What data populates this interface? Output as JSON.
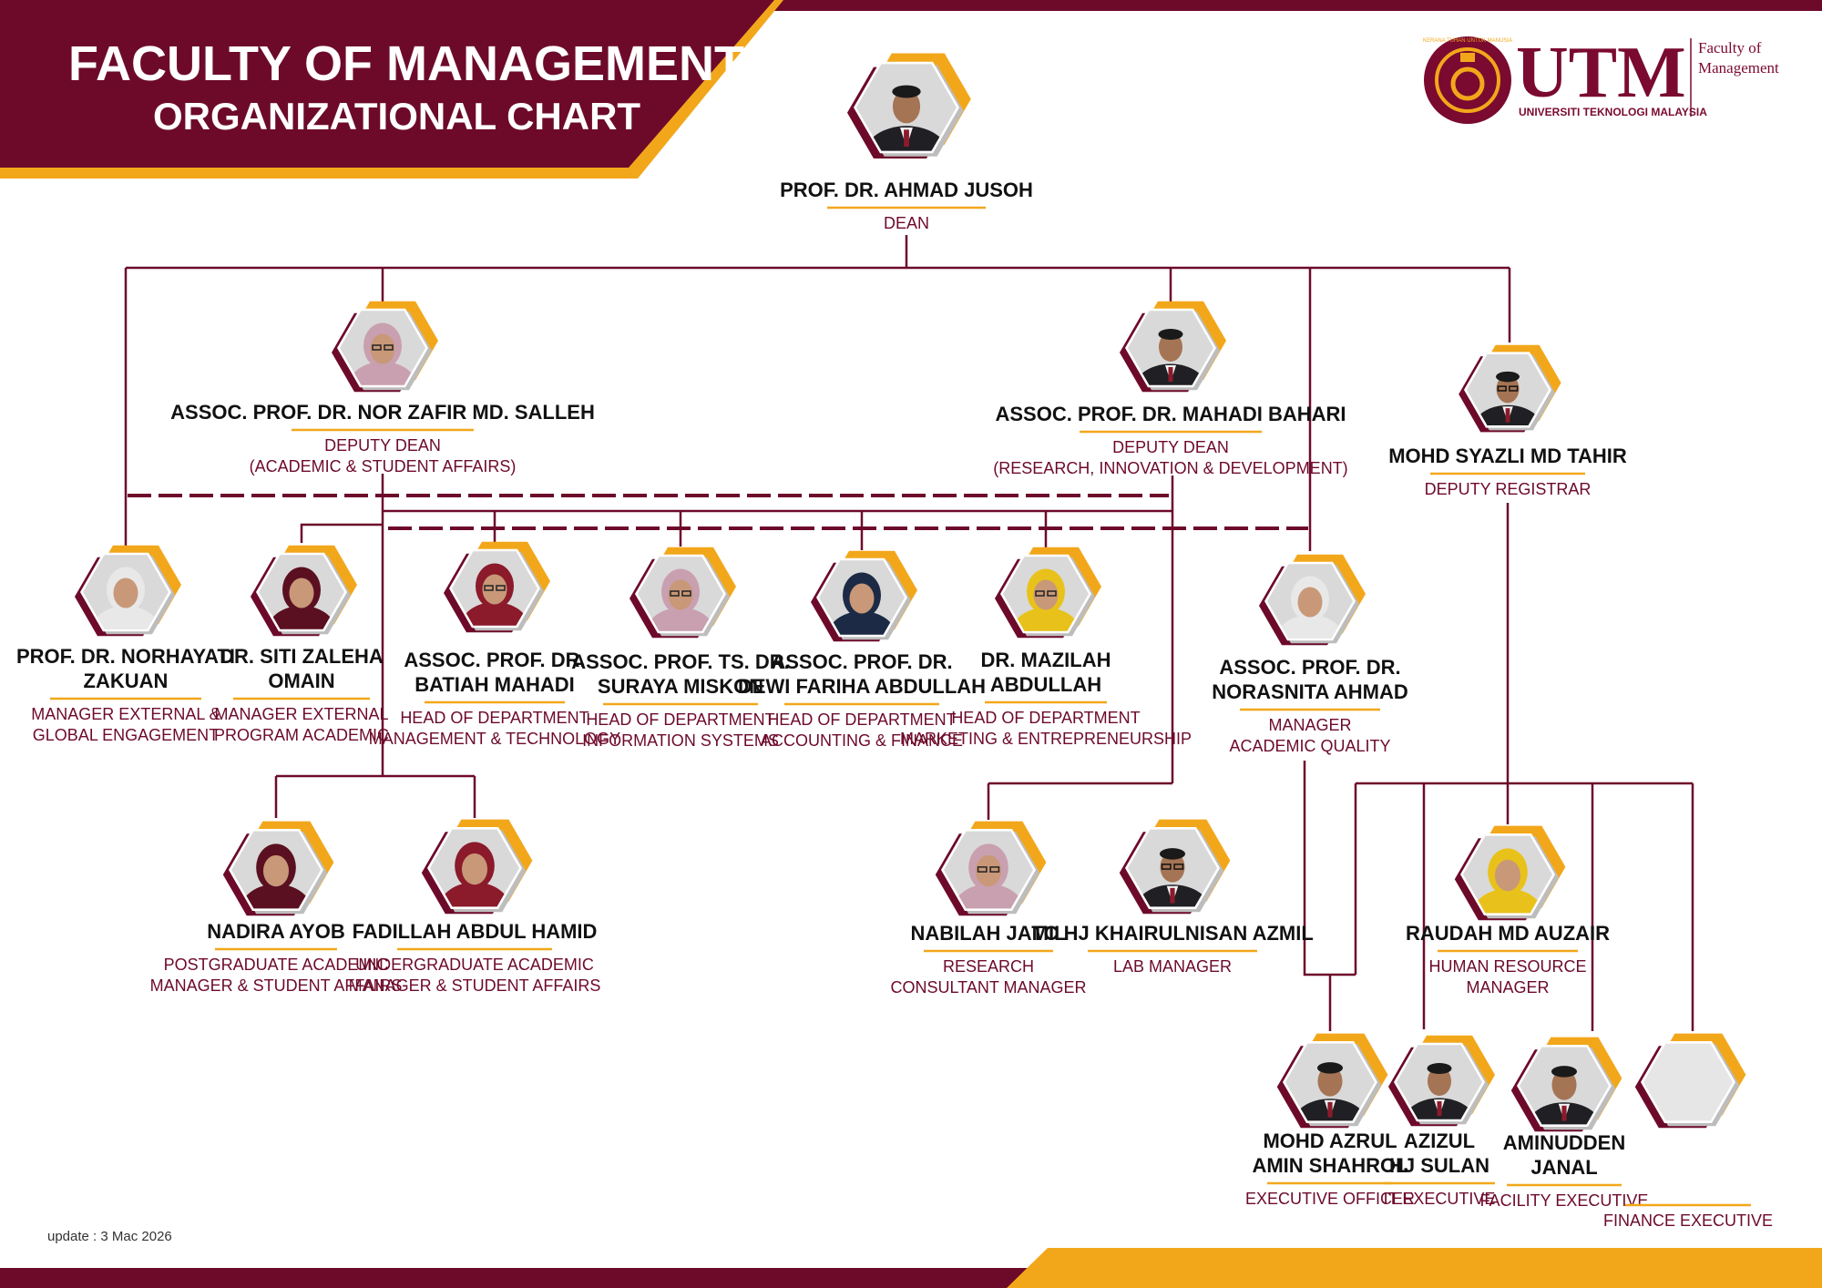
{
  "header": {
    "title": "FACULTY OF MANAGEMENT",
    "subtitle": "ORGANIZATIONAL CHART"
  },
  "logo": {
    "acronym": "UTM",
    "university": "UNIVERSITI TEKNOLOGI MALAYSIA",
    "faculty_line1": "Faculty of",
    "faculty_line2": "Management",
    "seal_text": "KERANA TUHAN UNTUK MANUSIA"
  },
  "colors": {
    "maroon": "#6d0a2a",
    "gold": "#f2a71b",
    "line": "#6d0a2a"
  },
  "footer": {
    "update": "update : 3 Mac 2026"
  },
  "people": [
    {
      "id": "dean",
      "name": [
        "PROF. DR. AHMAD JUSOH"
      ],
      "role": [
        "DEAN"
      ],
      "photo": "man-with-tie"
    },
    {
      "id": "dd-academic",
      "name": [
        "ASSOC. PROF. DR. NOR ZAFIR MD. SALLEH"
      ],
      "role": [
        "DEPUTY DEAN",
        "(ACADEMIC & STUDENT AFFAIRS)"
      ],
      "photo": "woman-hijab-glasses"
    },
    {
      "id": "dd-research",
      "name": [
        "ASSOC. PROF. DR. MAHADI BAHARI"
      ],
      "role": [
        "DEPUTY DEAN",
        "(RESEARCH, INNOVATION & DEVELOPMENT)"
      ],
      "photo": "man-with-tie"
    },
    {
      "id": "deputy-registrar",
      "name": [
        "MOHD SYAZLI MD TAHIR"
      ],
      "role": [
        "DEPUTY REGISTRAR"
      ],
      "photo": "man-with-glasses"
    },
    {
      "id": "mgr-external",
      "name": [
        "PROF. DR. NORHAYATI",
        "ZAKUAN"
      ],
      "role": [
        "MANAGER EXTERNAL &",
        "GLOBAL ENGAGEMENT"
      ],
      "photo": "woman-hijab"
    },
    {
      "id": "mgr-external-program",
      "name": [
        "DR. SITI ZALEHA",
        "OMAIN"
      ],
      "role": [
        "MANAGER EXTERNAL",
        "PROGRAM ACADEMIC"
      ],
      "photo": "woman-hijab"
    },
    {
      "id": "hod-mt",
      "name": [
        "ASSOC. PROF. DR.",
        "BATIAH MAHADI"
      ],
      "role": [
        "HEAD OF DEPARTMENT",
        "MANAGEMENT & TECHNOLOGY"
      ],
      "photo": "woman-hijab-glasses"
    },
    {
      "id": "hod-is",
      "name": [
        "ASSOC. PROF. TS. DR.",
        "SURAYA MISKON"
      ],
      "role": [
        "HEAD OF DEPARTMENT",
        "INFORMATION SYSTEMS"
      ],
      "photo": "woman-hijab-glasses"
    },
    {
      "id": "hod-af",
      "name": [
        "ASSOC. PROF. DR.",
        "DEWI FARIHA ABDULLAH"
      ],
      "role": [
        "HEAD OF DEPARTMENT",
        "ACCOUNTING & FINANCE"
      ],
      "photo": "woman-hijab"
    },
    {
      "id": "hod-me",
      "name": [
        "DR. MAZILAH",
        "ABDULLAH"
      ],
      "role": [
        "HEAD OF DEPARTMENT",
        "MARKETING & ENTREPRENEURSHIP"
      ],
      "photo": "woman-hijab-glasses"
    },
    {
      "id": "mgr-quality",
      "name": [
        "ASSOC. PROF. DR.",
        "NORASNITA AHMAD"
      ],
      "role": [
        "MANAGER",
        "ACADEMIC QUALITY"
      ],
      "photo": "woman-hijab"
    },
    {
      "id": "pg-manager",
      "name": [
        "NADIRA AYOB"
      ],
      "role": [
        "POSTGRADUATE ACADEMIC",
        "MANAGER & STUDENT AFFAIRS"
      ],
      "photo": "woman-hijab"
    },
    {
      "id": "ug-manager",
      "name": [
        "FADILLAH ABDUL HAMID"
      ],
      "role": [
        "UNDERGRADUATE ACADEMIC",
        "MANAGER & STUDENT AFFAIRS"
      ],
      "photo": "woman-hijab"
    },
    {
      "id": "research-consultant",
      "name": [
        "NABILAH JAMIL"
      ],
      "role": [
        "RESEARCH",
        "CONSULTANT MANAGER"
      ],
      "photo": "woman-hijab-glasses"
    },
    {
      "id": "lab-manager",
      "name": [
        "TC HJ KHAIRULNISAN AZMIL"
      ],
      "role": [
        "LAB MANAGER"
      ],
      "photo": "man-with-glasses"
    },
    {
      "id": "hr-manager",
      "name": [
        "RAUDAH MD AUZAIR"
      ],
      "role": [
        "HUMAN RESOURCE",
        "MANAGER"
      ],
      "photo": "woman-hijab"
    },
    {
      "id": "exec-officer",
      "name": [
        "MOHD AZRUL",
        "AMIN SHAHROL"
      ],
      "role": [
        "EXECUTIVE OFFICER"
      ],
      "photo": "man-with-tie"
    },
    {
      "id": "it-exec",
      "name": [
        "AZIZUL",
        "HJ SULAN"
      ],
      "role": [
        "IT EXECUTIVE"
      ],
      "photo": "man-with-tie"
    },
    {
      "id": "facility-exec",
      "name": [
        "AMINUDDEN",
        "JANAL"
      ],
      "role": [
        "FACILITY EXECUTIVE"
      ],
      "photo": "man-with-tie"
    },
    {
      "id": "finance-exec",
      "name": [],
      "role": [
        "FINANCE EXECUTIVE"
      ],
      "photo": "empty"
    }
  ]
}
